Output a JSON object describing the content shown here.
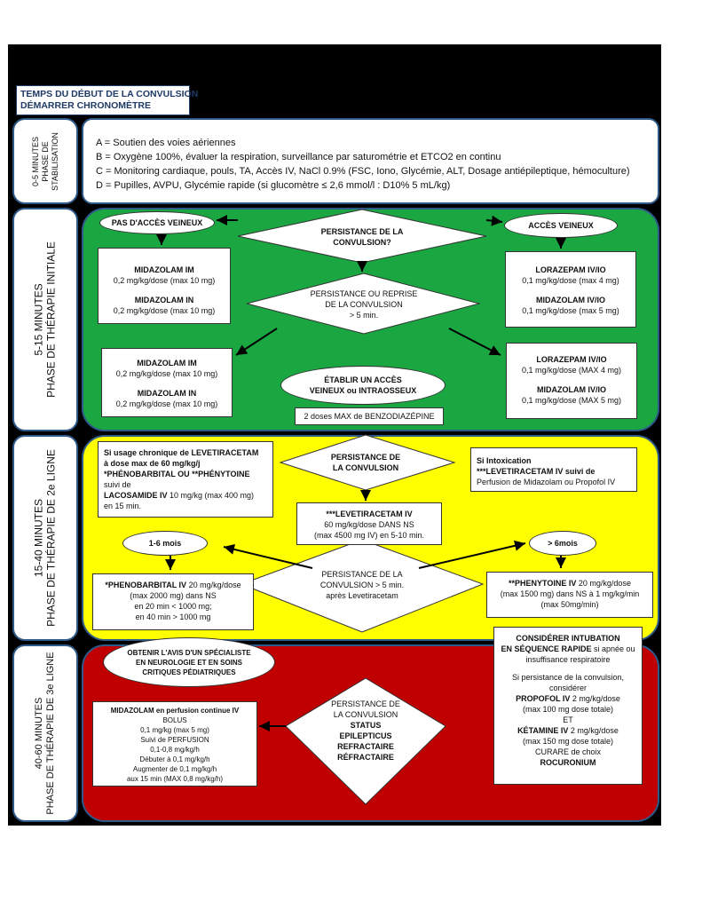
{
  "title": {
    "line1": "TEMPS DU DÉBUT DE LA CONVULSION",
    "line2": "DÉMARRER CHRONOMÈTRE"
  },
  "phase1": {
    "side_l1": "0-5 MINUTES",
    "side_l2": "PHASE DE",
    "side_l3": "STABILISATION",
    "items": [
      "A = Soutien des voies aériennes",
      "B = Oxygène 100%, évaluer la respiration, surveillance par saturométrie et ETCO2 en continu",
      "C = Monitoring cardiaque, pouls, TA, Accès IV, NaCl 0.9% (FSC, Iono, Glycémie, ALT, Dosage antiépileptique, hémoculture)",
      "D = Pupilles, AVPU, Glycémie rapide (si glucomètre ≤ 2,6 mmol/l : D10% 5 mL/kg)"
    ]
  },
  "phase2": {
    "side_l1": "5-15 MINUTES",
    "side_l2": "PHASE DE THÉRAPIE INITIALE",
    "no_access": "PAS D'ACCÈS VEINEUX",
    "access": "ACCÈS VEINEUX",
    "persist_q1": "PERSISTANCE DE LA",
    "persist_q2": "CONVULSION?",
    "left1_d1": "MIDAZOLAM IM",
    "left1_v1": "0,2 mg/kg/dose (max 10 mg)",
    "left1_d2": "MIDAZOLAM IN",
    "left1_v2": "0,2 mg/kg/dose (max 10 mg)",
    "right1_d1": "LORAZEPAM IV/IO",
    "right1_v1": "0,1 mg/kg/dose (max 4 mg)",
    "right1_d2": "MIDAZOLAM IV/IO",
    "right1_v2": "0,1 mg/kg/dose (max 5 mg)",
    "persist2_l1": "PERSISTANCE OU REPRISE",
    "persist2_l2": "DE LA CONVULSION",
    "persist2_l3": "> 5 min.",
    "left2_d1": "MIDAZOLAM IM",
    "left2_v1": "0,2 mg/kg/dose (max 10 mg)",
    "left2_d2": "MIDAZOLAM IN",
    "left2_v2": "0,2 mg/kg/dose (max 10 mg)",
    "right2_d1": "LORAZEPAM IV/IO",
    "right2_v1": "0,1 mg/kg/dose (MAX 4 mg)",
    "right2_d2": "MIDAZOLAM IV/IO",
    "right2_v2": "0,1 mg/kg/dose (MAX 5 mg)",
    "establish_l1": "ÉTABLIR UN ACCÈS",
    "establish_l2": "VEINEUX ou INTRAOSSEUX",
    "max_doses": "2 doses MAX de BENZODIAZÉPINE"
  },
  "phase3": {
    "side_l1": "15-40 MINUTES",
    "side_l2": "PHASE DE THÉRAPIE DE 2e LIGNE",
    "chronic_l1": "Si usage chronique de LEVETIRACETAM",
    "chronic_l2": "à dose max de 60 mg/kg/j",
    "chronic_l3": "*PHÉNOBARBITAL OU **PHÉNYTOINE",
    "chronic_l4": "suivi de",
    "chronic_l5a": "LACOSAMIDE IV",
    "chronic_l5b": " 10 mg/kg (max 400 mg)",
    "chronic_l6": "en 15 min.",
    "persist_l1": "PERSISTANCE DE",
    "persist_l2": "LA CONVULSION",
    "intox_l1": "Si Intoxication",
    "intox_l2": "***LEVETIRACETAM IV suivi de",
    "intox_l3": "Perfusion de Midazolam ou Propofol IV",
    "leve_l1": "***LEVETIRACETAM IV",
    "leve_l2": "60 mg/kg/dose DANS NS",
    "leve_l3": "(max 4500 mg IV) en 5-10 min.",
    "age_young": "1-6 mois",
    "age_old": "> 6mois",
    "persist2_l1": "PERSISTANCE DE LA",
    "persist2_l2": "CONVULSION > 5 min.",
    "persist2_l3": "après Levetiracetam",
    "pheno_l1a": "*PHENOBARBITAL IV",
    "pheno_l1b": " 20 mg/kg/dose",
    "pheno_l2": "(max 2000 mg) dans NS",
    "pheno_l3": "en 20 min < 1000 mg;",
    "pheno_l4": "en 40 min > 1000 mg",
    "pheny_l1a": "**PHENYTOINE IV",
    "pheny_l1b": " 20 mg/kg/dose",
    "pheny_l2": "(max 1500 mg) dans NS à 1 mg/kg/min",
    "pheny_l3": "(max 50mg/min)"
  },
  "phase4": {
    "side_l1": "40-60 MINUTES",
    "side_l2": "PHASE DE THÉRAPIE DE 3e LIGNE",
    "spec_l1": "OBTENIR L'AVIS D'UN SPÉCIALISTE",
    "spec_l2": "EN NEUROLOGIE ET EN SOINS",
    "spec_l3": "CRITIQUES PÉDIATRIQUES",
    "status_l1": "PERSISTANCE DE",
    "status_l2": "LA CONVULSION",
    "status_l3": "STATUS",
    "status_l4": "EPILEPTICUS",
    "status_l5": "REFRACTAIRE",
    "status_l6": "RÉFRACTAIRE",
    "mid_l1": "MIDAZOLAM en perfusion continue IV",
    "mid_l2": "BOLUS",
    "mid_l3": "0,1 mg/kg (max 5 mg)",
    "mid_l4": "Suivi de PERFUSION",
    "mid_l5": "0,1-0,8 mg/kg/h",
    "mid_l6": "Débuter à 0,1 mg/kg/h",
    "mid_l7": "Augmenter de 0,1 mg/kg/h",
    "mid_l8": "aux 15 min (MAX 0,8 mg/kg/h)",
    "intub_l1": "CONSIDÉRER INTUBATION",
    "intub_l2a": "EN SÉQUENCE RAPIDE",
    "intub_l2b": " si apnée ou",
    "intub_l3": "insuffisance respiratoire",
    "intub_l4": "Si persistance de la convulsion,",
    "intub_l5": "considérer",
    "intub_l6a": "PROPOFOL IV",
    "intub_l6b": " 2 mg/kg/dose",
    "intub_l7": "(max 100 mg dose totale)",
    "intub_l8": "ET",
    "intub_l9a": "KÉTAMINE IV",
    "intub_l9b": " 2 mg/kg/dose",
    "intub_l10": "(max 150 mg dose totale)",
    "intub_l11": "CURARE de choix",
    "intub_l12": "ROCURONIUM"
  },
  "colors": {
    "green": "#1aa640",
    "yellow": "#ffff00",
    "red": "#c00000",
    "border": "#2e5a8a"
  }
}
